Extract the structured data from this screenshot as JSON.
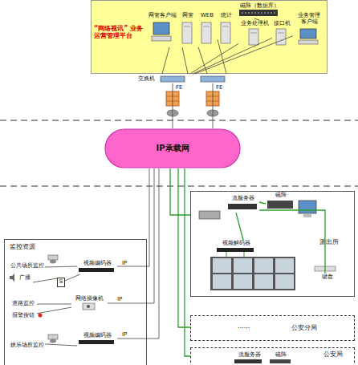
{
  "diagram": {
    "nodes": [
      {
        "text": [
          "“网络视讯” 业务运营管理平台"
        ]
      },
      {
        "text": [
          "网管客户端"
        ],
        "in": 0
      },
      {
        "text": [
          "网管"
        ],
        "in": 0
      },
      {
        "text": [
          "WEB"
        ],
        "in": 0
      },
      {
        "text": [
          "统计"
        ],
        "in": 0
      },
      {
        "text": [
          "磁阵（数据库）"
        ],
        "in": 0
      },
      {
        "text": [
          "业务处理机"
        ],
        "in": 0
      },
      {
        "text": [
          "接口机"
        ],
        "in": 0
      },
      {
        "text": [
          "业务管理客户端"
        ],
        "in": 0
      },
      {
        "text": [
          "交换机"
        ]
      },
      {
        "text": [
          "IP承载网"
        ]
      },
      {
        "text": [
          "监控资源"
        ]
      },
      {
        "text": [
          "公共场所监控"
        ],
        "in": 11
      },
      {
        "text": [
          "广播"
        ],
        "in": 11
      },
      {
        "text": [
          "S"
        ],
        "in": 11
      },
      {
        "text": [
          "视频编码器"
        ],
        "in": 11
      },
      {
        "text": [
          "道路监控"
        ],
        "in": 11
      },
      {
        "text": [
          "报警按钮"
        ],
        "in": 11
      },
      {
        "text": [
          "网络摄像机"
        ],
        "in": 11
      },
      {
        "text": [
          "娱乐场所监控"
        ],
        "in": 11
      },
      {
        "text": [
          "视频编码器"
        ],
        "in": 11
      },
      {
        "text": [
          "派出所"
        ]
      },
      {
        "text": [
          "流服务器"
        ],
        "in": 21
      },
      {
        "text": [
          "磁阵"
        ],
        "in": 21
      },
      {
        "text": [
          "视频解码器"
        ],
        "in": 21
      },
      {
        "text": [
          "键盘"
        ],
        "in": 21
      },
      {
        "text": [
          "公安分局",
          "......"
        ]
      },
      {
        "text": [
          "公安局"
        ]
      },
      {
        "text": [
          "流服务器"
        ],
        "in": 27
      },
      {
        "text": [
          "磁阵"
        ],
        "in": 27
      }
    ],
    "edges": [
      {
        "from": 1,
        "to": 9,
        "arrow": "none"
      },
      {
        "from": 2,
        "to": 9,
        "arrow": "none"
      },
      {
        "from": 3,
        "to": 9,
        "arrow": "none"
      },
      {
        "from": 4,
        "to": 9,
        "arrow": "none"
      },
      {
        "from": 5,
        "to": 6,
        "arrow": "none"
      },
      {
        "from": 6,
        "to": 9,
        "arrow": "none"
      },
      {
        "from": 7,
        "to": 9,
        "arrow": "none"
      },
      {
        "from": 8,
        "to": 9,
        "arrow": "none"
      },
      {
        "from": 9,
        "to": 10,
        "label": "FE",
        "arrow": "none"
      },
      {
        "from": 9,
        "to": 10,
        "label": "FE",
        "arrow": "none"
      },
      {
        "from": 12,
        "to": 15,
        "arrow": "none"
      },
      {
        "from": 13,
        "to": 14,
        "arrow": "none"
      },
      {
        "from": 14,
        "to": 15,
        "arrow": "none"
      },
      {
        "from": 15,
        "to": 10,
        "label": "IP",
        "arrow": "none"
      },
      {
        "from": 16,
        "to": 18,
        "arrow": "none"
      },
      {
        "from": 17,
        "to": 18,
        "arrow": "none"
      },
      {
        "from": 18,
        "to": 10,
        "label": "IP",
        "arrow": "none"
      },
      {
        "from": 19,
        "to": 20,
        "arrow": "none"
      },
      {
        "from": 20,
        "to": 10,
        "label": "IP",
        "arrow": "none"
      },
      {
        "from": 10,
        "to": 21,
        "arrow": "none"
      },
      {
        "from": 10,
        "to": 26,
        "arrow": "none"
      },
      {
        "from": 10,
        "to": 27,
        "arrow": "none"
      },
      {
        "from": 22,
        "to": 23,
        "arrow": "none"
      },
      {
        "from": 22,
        "to": 24,
        "arrow": "none"
      },
      {
        "from": 22,
        "to": 25,
        "arrow": "none"
      }
    ]
  }
}
